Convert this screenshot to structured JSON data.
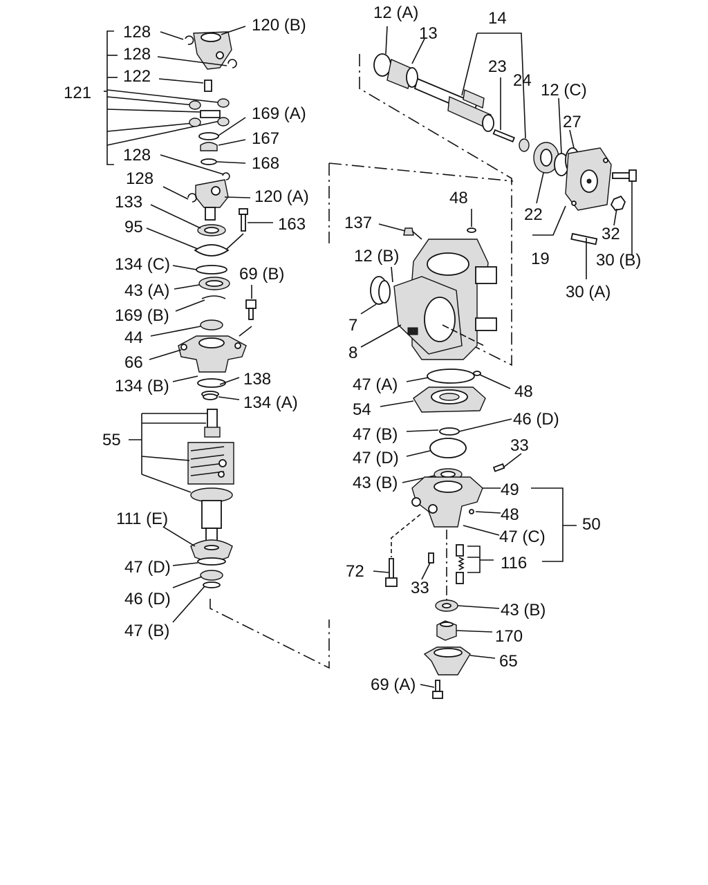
{
  "labels": {
    "l128a": "128",
    "l120b": "120 (B)",
    "l128b": "128",
    "l122": "122",
    "l121": "121",
    "l169a": "169 (A)",
    "l167": "167",
    "l128c": "128",
    "l168": "168",
    "l128d": "128",
    "l120a": "120 (A)",
    "l133": "133",
    "l163": "163",
    "l95": "95",
    "l134c": "134 (C)",
    "l43a": "43 (A)",
    "l69b": "69 (B)",
    "l169b": "169 (B)",
    "l44": "44",
    "l66": "66",
    "l134b": "134 (B)",
    "l138": "138",
    "l134a": "134 (A)",
    "l55": "55",
    "l111e": "111 (E)",
    "l47d_left": "47 (D)",
    "l46d_left": "46 (D)",
    "l47b_left": "47 (B)",
    "l12a": "12 (A)",
    "l13": "13",
    "l14": "14",
    "l23": "23",
    "l24": "24",
    "l12c": "12 (C)",
    "l27": "27",
    "l22": "22",
    "l32": "32",
    "l19": "19",
    "l30b": "30 (B)",
    "l30a": "30 (A)",
    "l48a": "48",
    "l137": "137",
    "l12b": "12 (B)",
    "l7": "7",
    "l8": "8",
    "l47a": "47 (A)",
    "l48b": "48",
    "l54": "54",
    "l46d_right": "46 (D)",
    "l47b_right": "47 (B)",
    "l33a": "33",
    "l47d_right": "47 (D)",
    "l43b_a": "43 (B)",
    "l49": "49",
    "l48c": "48",
    "l50": "50",
    "l47c": "47 (C)",
    "l116": "116",
    "l72": "72",
    "l33b": "33",
    "l43b_b": "43 (B)",
    "l170": "170",
    "l65": "65",
    "l69a": "69 (A)"
  }
}
